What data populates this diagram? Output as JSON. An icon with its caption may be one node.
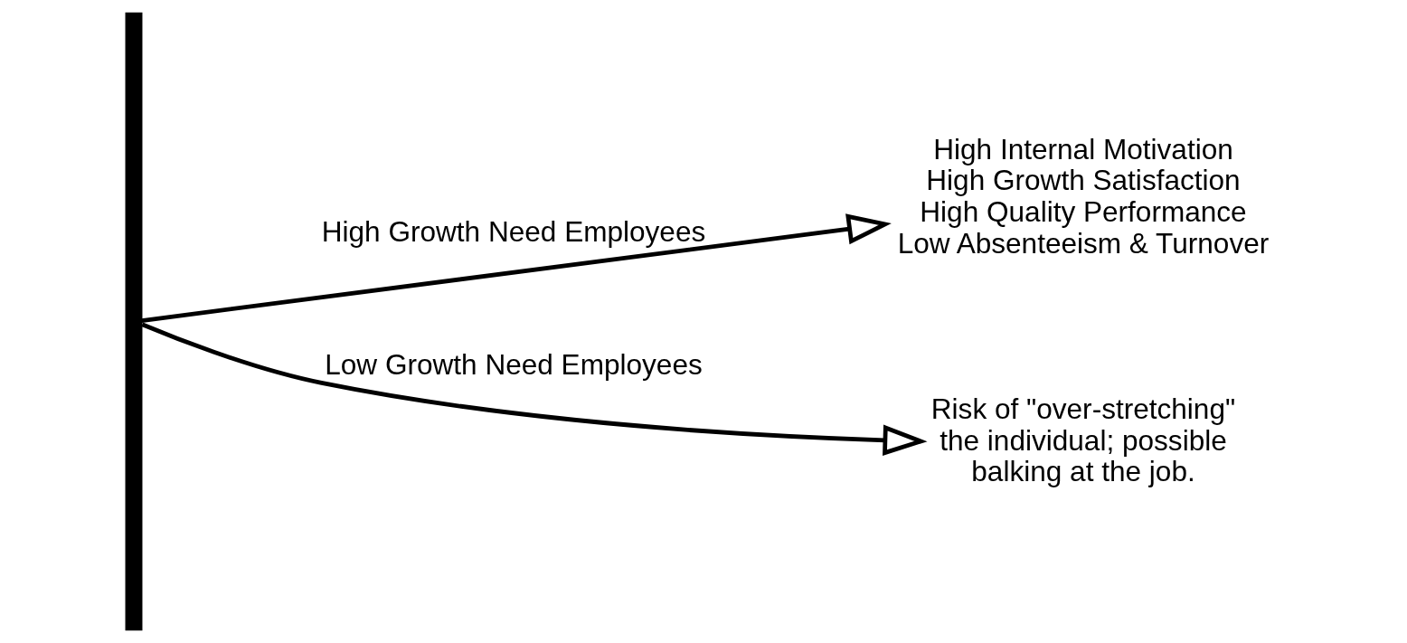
{
  "diagram": {
    "nodes": [
      {
        "text": [],
        "shape": "box"
      },
      {
        "text": [
          "High Internal Motivation",
          "High Growth Satisfaction",
          "High Quality Performance",
          "Low Absenteeism & Turnover"
        ]
      },
      {
        "text": [
          "Risk of \"over-stretching\" the individual; possible balking at the job."
        ]
      }
    ],
    "edges": [
      {
        "from": 0,
        "to": 1,
        "arrow": "to",
        "label": "High Growth Need Employees"
      },
      {
        "from": 0,
        "to": 2,
        "arrow": "to",
        "label": "Low Growth Need Employees"
      }
    ]
  }
}
